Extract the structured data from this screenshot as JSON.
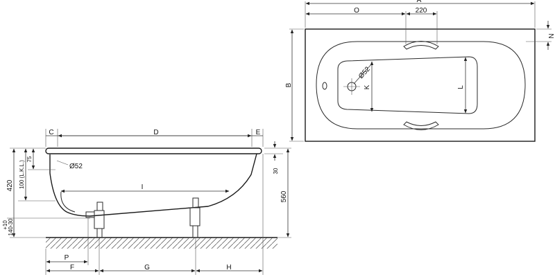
{
  "labels": {
    "A": "A",
    "O": "O",
    "dim220": "220",
    "N": "N",
    "B": "B",
    "phi52_top": "Ø52",
    "K": "K",
    "L": "L",
    "C": "C",
    "D": "D",
    "E": "E",
    "dim75": "75",
    "dim420": "420",
    "dim100": "100 (L.K.L.)",
    "phi52_side": "Ø52",
    "I": "I",
    "dim30": "30",
    "dim560": "560",
    "tol": "+10",
    "dim140_30": "140-30",
    "P": "P",
    "F": "F",
    "G": "G",
    "H": "H"
  },
  "colors": {
    "line": "#2a2a2a",
    "shade": "#d0d0d0"
  }
}
